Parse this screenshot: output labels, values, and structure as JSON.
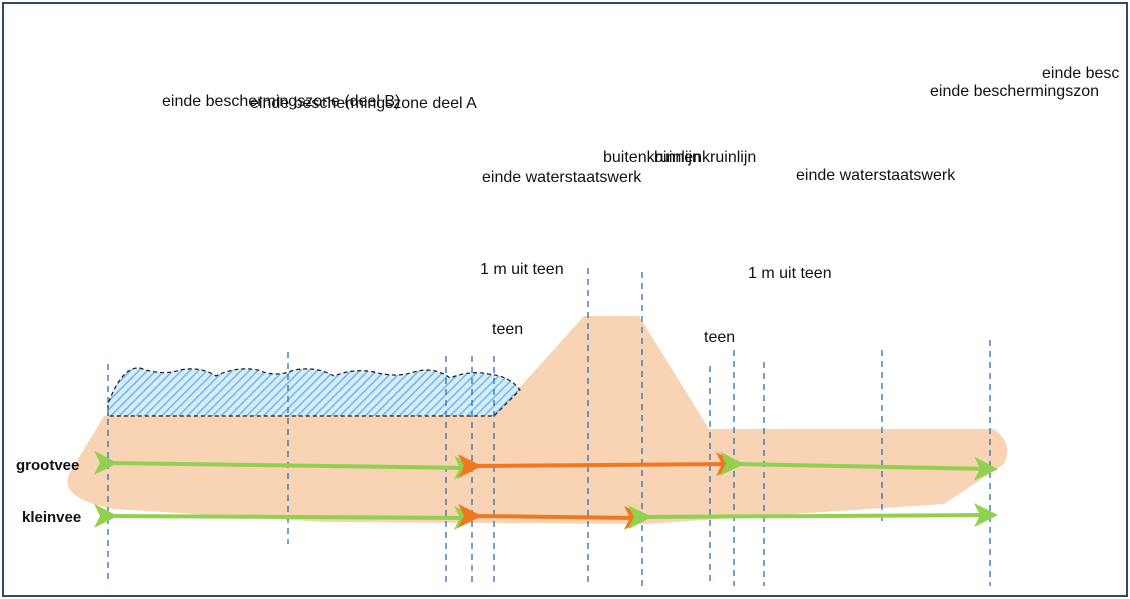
{
  "labels": {
    "einde_b_left": "einde beschermingszone (deel B)",
    "einde_a_left": "einde beschermingszone deel A",
    "einde_b_right": "einde besc",
    "einde_a_right": "einde beschermingszon",
    "buitenkruinlijn": "buitenkruinlijn",
    "binnenkruinlijn": "binnenkruinlijn",
    "einde_ws_left": "einde waterstaatswerk",
    "einde_ws_right": "einde waterstaatswerk",
    "uit_teen_left": "1 m uit teen",
    "uit_teen_right": "1 m uit teen",
    "teen_left": "teen",
    "teen_right": "teen",
    "grootvee": "grootvee",
    "kleinvee": "kleinvee"
  },
  "colors": {
    "dike": "#f8d3b4",
    "green_arrow": "#92d050",
    "orange_arrow": "#f07820",
    "dashed_line": "#2e6fb5",
    "water_hatch": "#8ec8ee",
    "frame": "#2f4a6b"
  }
}
